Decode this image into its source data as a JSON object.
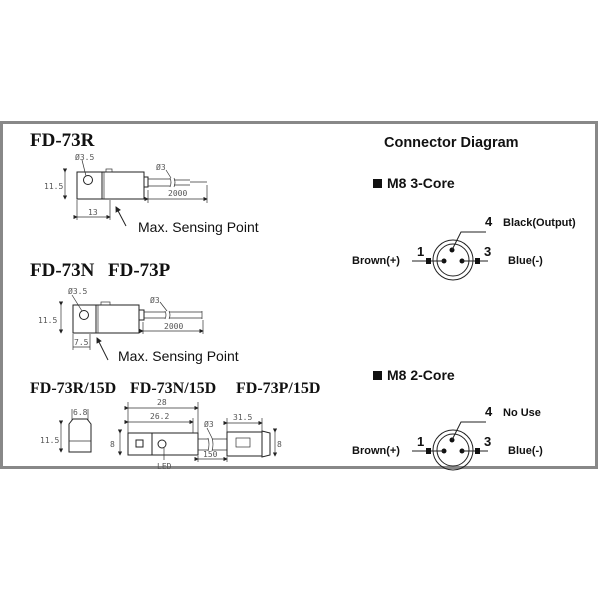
{
  "models": {
    "r_title": "FD-73R",
    "np_title_n": "FD-73N",
    "np_title_p": "FD-73P",
    "d15_title_r": "FD-73R/15D",
    "d15_title_n": "FD-73N/15D",
    "d15_title_p": "FD-73P/15D"
  },
  "dims": {
    "hole": "Ø3.5",
    "cable": "Ø3",
    "height": "11.5",
    "r_offset": "13",
    "np_offset": "7.5",
    "length": "2000",
    "width_small": "6.8",
    "total_len": "28",
    "body_len": "26.2",
    "body_h": "8",
    "conn_len": "31.5",
    "pigtail": "150",
    "conn_h": "8",
    "led": "LED"
  },
  "sensing_label": "Max. Sensing Point",
  "connector": {
    "title": "Connector Diagram",
    "three_core": {
      "title": "M8 3-Core",
      "pin1": "1",
      "pin3": "3",
      "pin4": "4",
      "pin1_label": "Brown(+)",
      "pin3_label": "Blue(-)",
      "pin4_label": "Black(Output)"
    },
    "two_core": {
      "title": "M8 2-Core",
      "pin1": "1",
      "pin3": "3",
      "pin4": "4",
      "pin1_label": "Brown(+)",
      "pin3_label": "Blue(-)",
      "pin4_label": "No Use"
    }
  }
}
